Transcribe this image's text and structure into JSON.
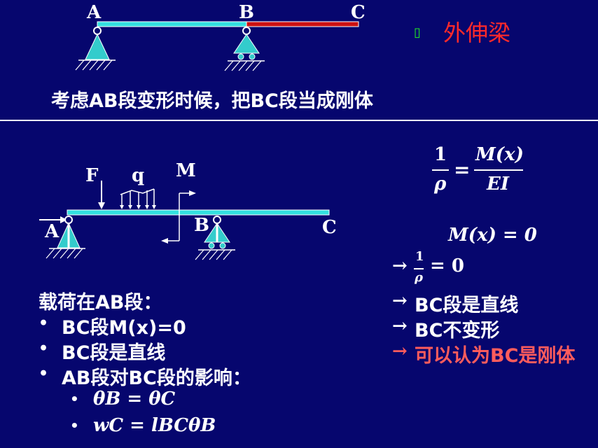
{
  "top_diagram": {
    "label_a": "A",
    "label_b": "B",
    "label_c": "C"
  },
  "bullet_marker": "▯",
  "title": "外伸梁",
  "note": "考虑AB段变形时候，把BC段当成刚体",
  "bottom_diagram": {
    "label_f": "F",
    "label_q": "q",
    "label_m": "M",
    "label_a": "A",
    "label_b": "B",
    "label_c": "C"
  },
  "formula": {
    "frac1_num": "1",
    "frac1_den": "ρ",
    "equals": "=",
    "frac2_num": "M(x)",
    "frac2_den": "EI",
    "mx_zero": "M(x) = 0",
    "arrow": "→",
    "frac3_num": "1",
    "frac3_den": "ρ",
    "frac3_rhs": "= 0",
    "line_straight": "BC段是直线",
    "line_nodeform": "BC不变形",
    "line_rigid": "可以认为BC是刚体"
  },
  "loads": {
    "heading": "载荷在AB段：",
    "bullets": [
      "BC段M(x)=0",
      "BC段是直线",
      "AB段对BC段的影响："
    ],
    "sub_bullets": [
      "θB = θC",
      "wC = lBCθB"
    ]
  },
  "bullet_char": "•",
  "colors": {
    "background": "#06066e",
    "beam_cyan": "#33e0e0",
    "beam_red": "#cc1111",
    "support": "#33cccc",
    "accent_red": "#ff2a2a",
    "accent_pink": "#ff5c5c"
  }
}
